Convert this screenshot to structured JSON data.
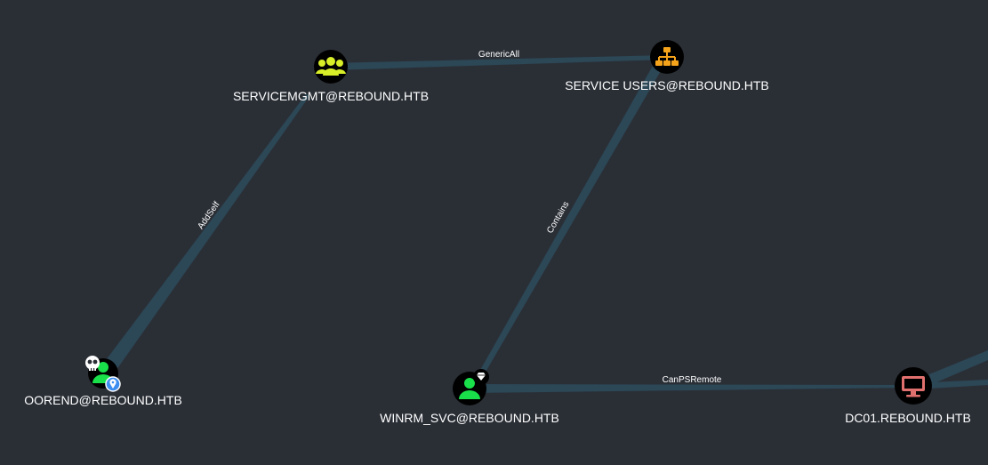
{
  "graph": {
    "background": "#2a2f36",
    "edge_color": "#2c4756",
    "nodes": {
      "servicemgmt": {
        "label": "SERVICEMGMT@REBOUND.HTB",
        "type": "group",
        "icon": "users-group-icon",
        "icon_color": "#d8ee28"
      },
      "service_users": {
        "label": "SERVICE USERS@REBOUND.HTB",
        "type": "organizational-unit",
        "icon": "org-chart-icon",
        "icon_color": "#f5a31a"
      },
      "oorend": {
        "label": "OOREND@REBOUND.HTB",
        "type": "user",
        "icon": "user-icon",
        "icon_color": "#19e04a",
        "badges": [
          "owned-skull-icon",
          "starting-point-pin-icon"
        ]
      },
      "winrm_svc": {
        "label": "WINRM_SVC@REBOUND.HTB",
        "type": "user",
        "icon": "user-icon",
        "icon_color": "#19e04a",
        "badges": [
          "high-value-gem-icon"
        ]
      },
      "dc01": {
        "label": "DC01.REBOUND.HTB",
        "type": "computer",
        "icon": "monitor-icon",
        "icon_color": "#e0706e"
      }
    },
    "edges": {
      "servicemgmt_service_users": {
        "label": "GenericAll"
      },
      "oorend_servicemgmt": {
        "label": "AddSelf"
      },
      "winrm_svc_service_users": {
        "label": "Contains"
      },
      "winrm_svc_dc01": {
        "label": "CanPSRemote"
      }
    }
  }
}
